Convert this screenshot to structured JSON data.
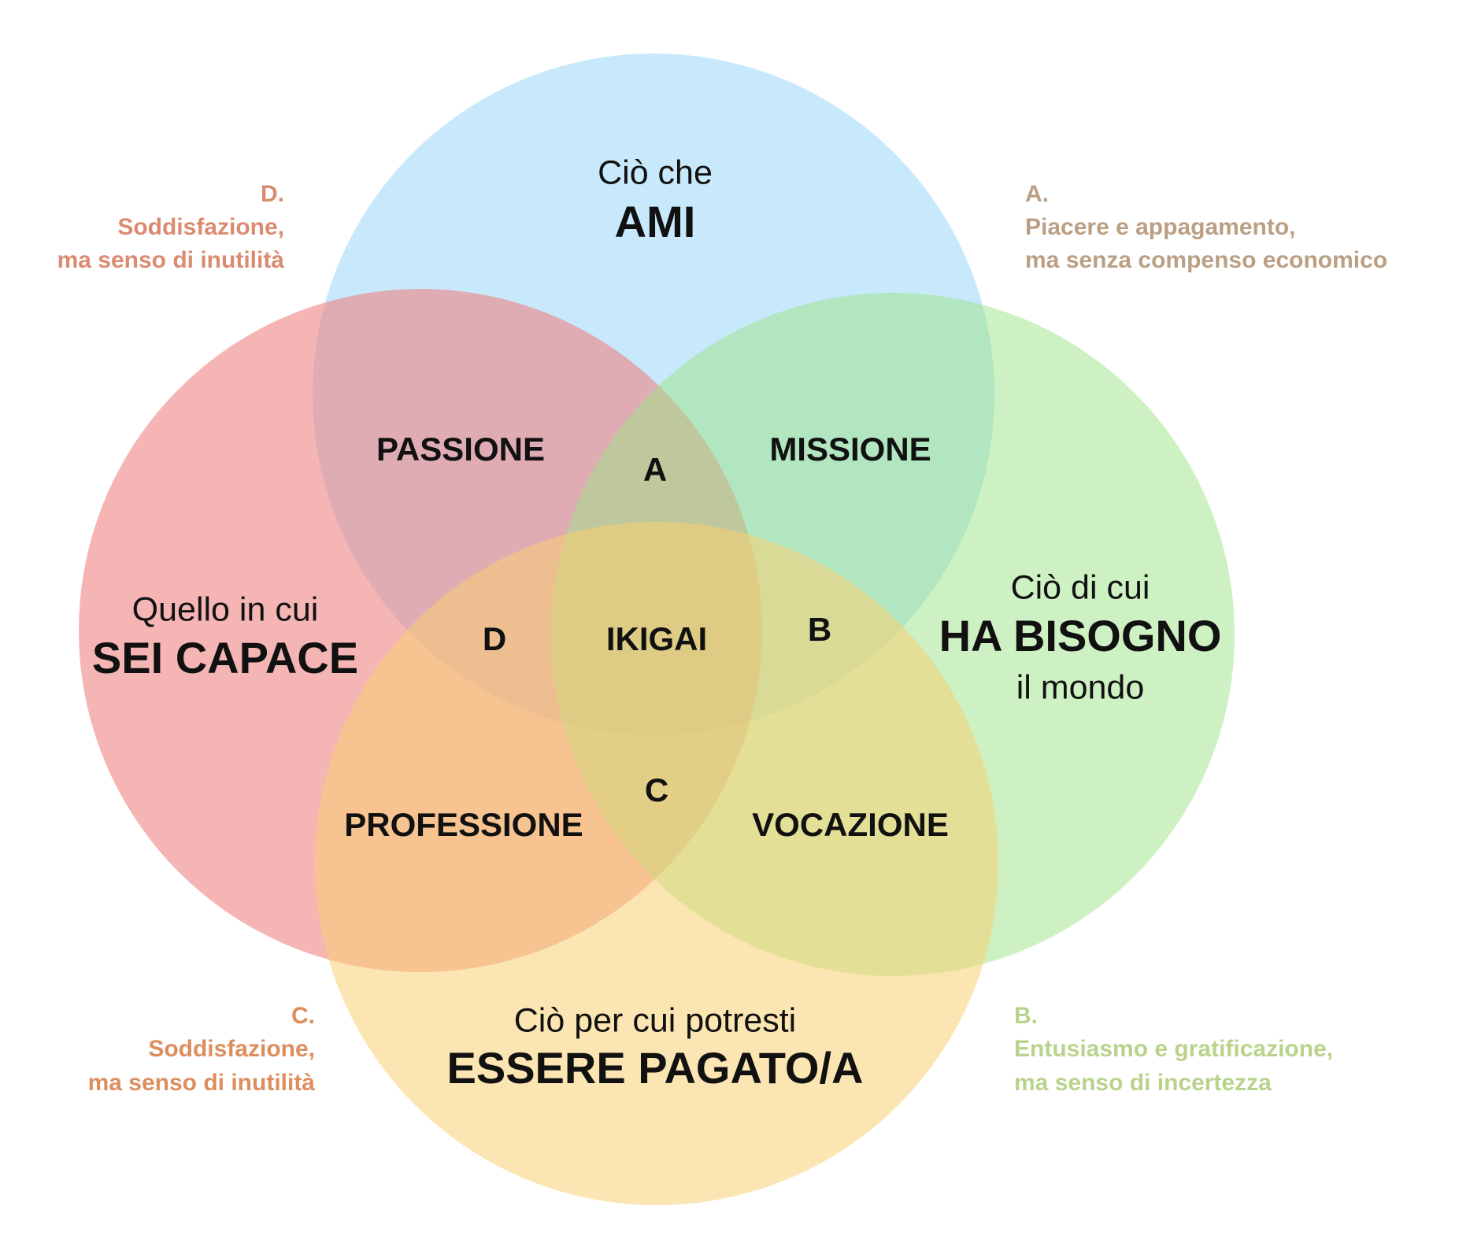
{
  "colors": {
    "love": "#8fd4f7",
    "good_at": "#f08484",
    "world_needs": "#9be486",
    "paid_for": "#f8cf73",
    "note_a": "#bb9f84",
    "note_b": "#b9d38c",
    "note_c": "#dd8e5e",
    "note_d": "#da8b70"
  },
  "circles": {
    "love": {
      "line1": "Ciò che",
      "line2": "AMI"
    },
    "good_at": {
      "line1": "Quello in cui",
      "line2": "SEI CAPACE"
    },
    "world_needs": {
      "line1": "Ciò di cui",
      "line2": "HA BISOGNO",
      "line3": "il mondo"
    },
    "paid_for": {
      "line1": "Ciò per cui potresti",
      "line2": "ESSERE PAGATO/A"
    }
  },
  "zones": {
    "passione": "PASSIONE",
    "missione": "MISSIONE",
    "professione": "PROFESSIONE",
    "vocazione": "VOCAZIONE",
    "ikigai": "IKIGAI",
    "a": "A",
    "b": "B",
    "c": "C",
    "d": "D"
  },
  "notes": {
    "a": {
      "title": "A.",
      "line1": "Piacere e appagamento,",
      "line2": "ma senza compenso economico"
    },
    "b": {
      "title": "B.",
      "line1": "Entusiasmo e gratificazione,",
      "line2": "ma senso di incertezza"
    },
    "c": {
      "title": "C.",
      "line1": "Soddisfazione,",
      "line2": "ma senso di inutilità"
    },
    "d": {
      "title": "D.",
      "line1": "Soddisfazione,",
      "line2": "ma senso di inutilità"
    }
  }
}
